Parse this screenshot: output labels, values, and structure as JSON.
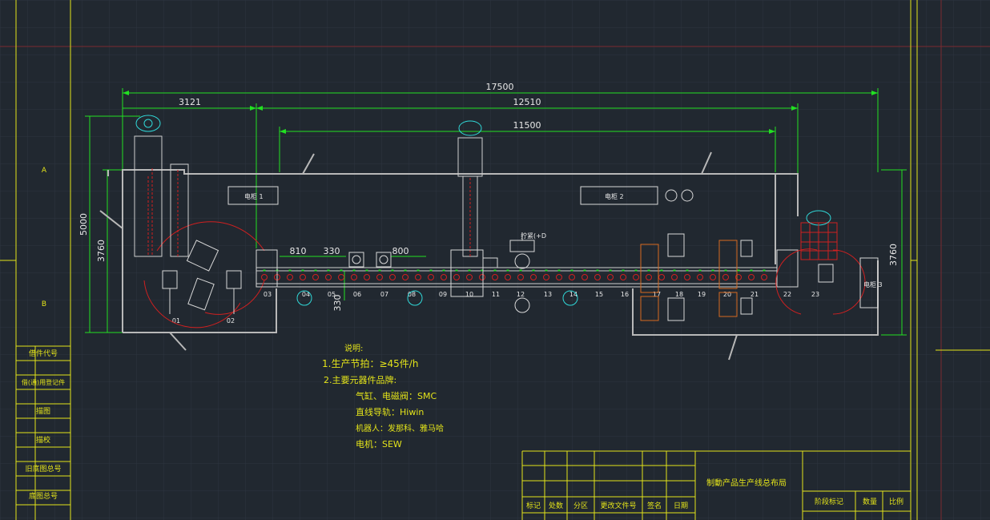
{
  "dimensions": {
    "total": "17500",
    "left_section": "3121",
    "main_section": "12510",
    "inner_section": "11500",
    "height_total": "5000",
    "height_left": "3760",
    "height_right": "3760",
    "d810": "810",
    "d330a": "330",
    "d800": "800",
    "d330b": "330"
  },
  "zones": {
    "row_a": "A",
    "row_b": "B"
  },
  "stations": [
    "01",
    "02",
    "03",
    "04",
    "05",
    "06",
    "07",
    "08",
    "09",
    "10",
    "11",
    "12",
    "13",
    "14",
    "15",
    "16",
    "17",
    "18",
    "19",
    "20",
    "21",
    "22",
    "23"
  ],
  "boxes": {
    "cabinet1": "电柜 1",
    "cabinet2": "电柜 2",
    "cabinet3": "电柜 3"
  },
  "tags": {
    "station12": "拧紧(+D"
  },
  "notes": {
    "title": "说明:",
    "line1": "1.生产节拍：≥45件/h",
    "line2": "2.主要元器件品牌:",
    "line3": "气缸、电磁阀：SMC",
    "line4": "直线导轨：Hiwin",
    "line5": "机器人：发那科、雅马哈",
    "line6": "电机：SEW"
  },
  "left_panel": {
    "rows": [
      "借件代号",
      "借(通)用登记件",
      "描图",
      "描校",
      "旧底图总号",
      "底图总号"
    ]
  },
  "title_block": {
    "drawing_title": "制動产品生产线总布局",
    "stage_mark": "阶段标记",
    "quantity": "数量",
    "scale": "比例",
    "mark": "标记",
    "count": "处数",
    "zone": "分区",
    "change_doc": "更改文件号",
    "sign": "签名",
    "date": "日期"
  },
  "colors": {
    "background": "#212830",
    "grid": "#2d3540",
    "frame": "#e3e31a",
    "dimension": "#22e022",
    "equipment": "#d8d8d8",
    "highlight": "#e02020",
    "cyan": "#30d8d8"
  }
}
